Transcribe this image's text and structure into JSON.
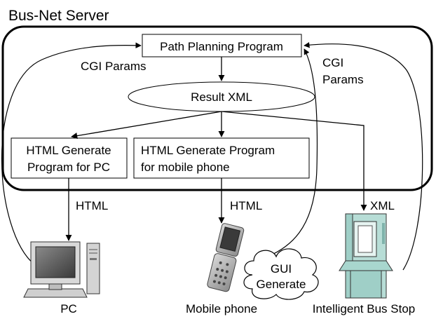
{
  "server": {
    "title": "Bus-Net Server"
  },
  "nodes": {
    "path_planning": "Path Planning Program",
    "result_xml": "Result XML",
    "html_gen_pc_line1": "HTML Generate",
    "html_gen_pc_line2": "Program for PC",
    "html_gen_mobile_line1": "HTML Generate Program",
    "html_gen_mobile_line2": "for mobile phone"
  },
  "edge_labels": {
    "cgi_params_left": "CGI Params",
    "cgi_params_right_line1": "CGI",
    "cgi_params_right_line2": "Params",
    "html_pc": "HTML",
    "html_mobile": "HTML",
    "xml": "XML"
  },
  "cloud": {
    "line1": "GUI",
    "line2": "Generate"
  },
  "devices": {
    "pc": "PC",
    "mobile": "Mobile phone",
    "bus_stop": "Intelligent Bus Stop"
  },
  "colors": {
    "line": "#000000",
    "busstop_body": "#b7ddd6",
    "busstop_dark": "#7fb3ab",
    "pc_screen": "#5a5a5a",
    "pc_body": "#e8e8e8"
  }
}
